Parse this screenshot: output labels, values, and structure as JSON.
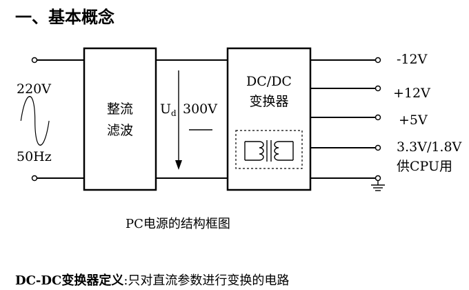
{
  "heading": "一、基本概念",
  "input": {
    "voltage": "220V",
    "frequency": "50Hz"
  },
  "rectifier_block": {
    "line1": "整流",
    "line2": "滤波"
  },
  "dc_bus": {
    "symbol": "U",
    "subscript": "d",
    "value": "300V"
  },
  "dcdc_block": {
    "line1": "DC/DC",
    "line2": "变换器"
  },
  "outputs": [
    {
      "label": "-12V"
    },
    {
      "label": "+12V"
    },
    {
      "label": "+5V"
    },
    {
      "label": "3.3V/1.8V"
    },
    {
      "label": "供CPU用"
    }
  ],
  "caption": "PC电源的结构框图",
  "definition": {
    "term": "DC-DC变换器定义",
    "separator": ":",
    "text": "只对直流参数进行变换的电路"
  }
}
